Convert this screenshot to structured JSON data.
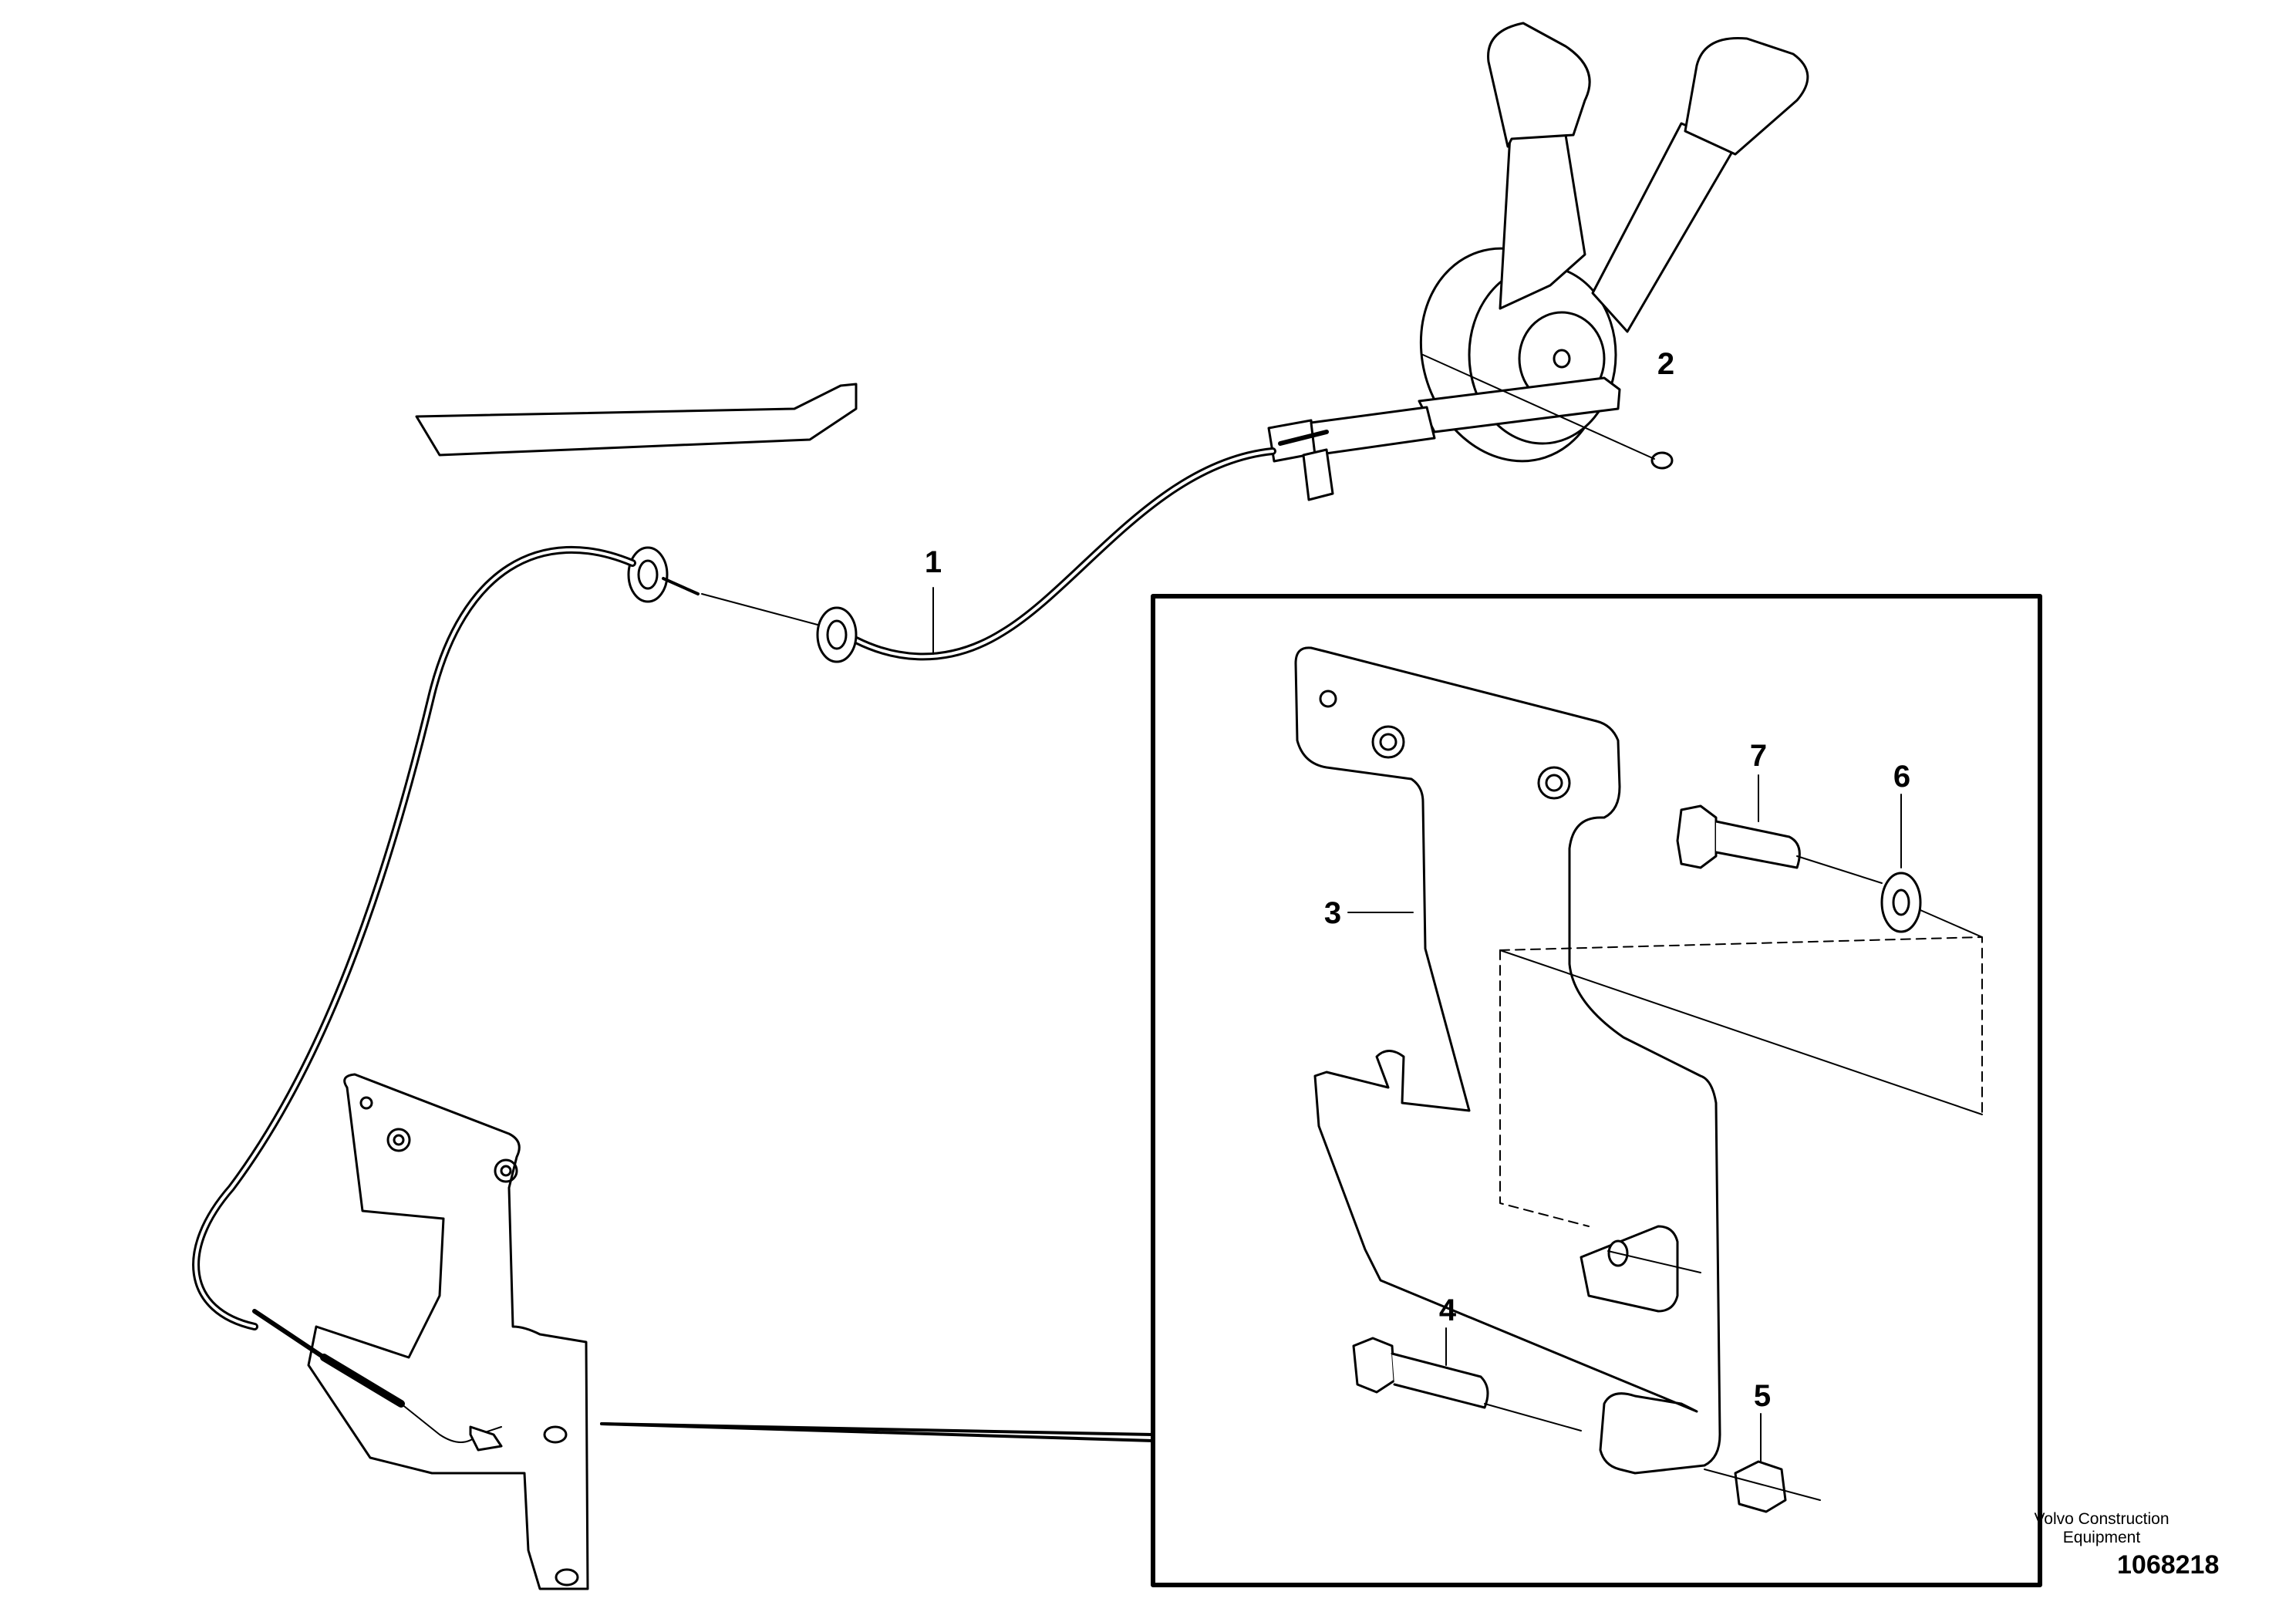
{
  "callouts": {
    "c1": "1",
    "c2": "2",
    "c3": "3",
    "c4": "4",
    "c5": "5",
    "c6": "6",
    "c7": "7"
  },
  "footer": {
    "brand_line1": "Volvo Construction",
    "brand_line2": "Equipment",
    "document_number": "1068218"
  }
}
